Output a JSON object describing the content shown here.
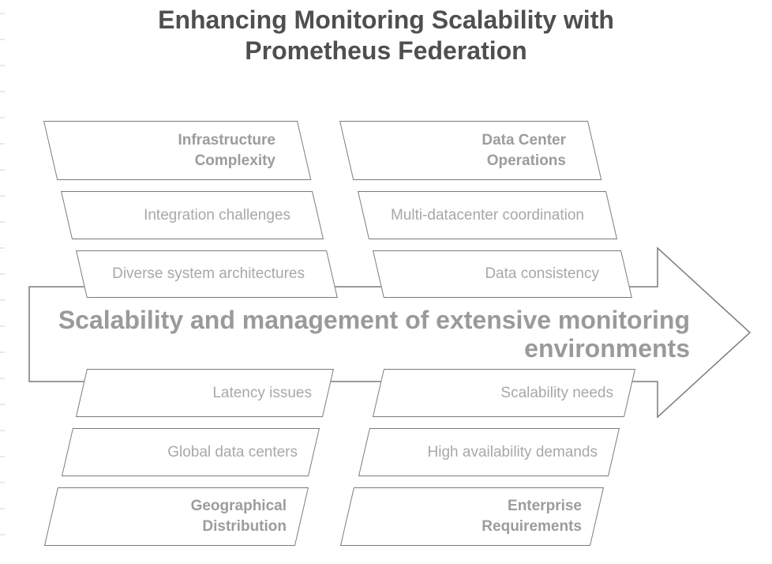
{
  "title": {
    "line1": "Enhancing Monitoring Scalability with",
    "line2": "Prometheus Federation"
  },
  "arrow": {
    "label_line1": "Scalability and management of extensive monitoring",
    "label_line2": "environments"
  },
  "groups": {
    "top_left": {
      "header": {
        "line1": "Infrastructure",
        "line2": "Complexity"
      },
      "items": [
        "Integration challenges",
        "Diverse system architectures"
      ]
    },
    "top_right": {
      "header": {
        "line1": "Data Center",
        "line2": "Operations"
      },
      "items": [
        "Multi-datacenter coordination",
        "Data consistency"
      ]
    },
    "bottom_left": {
      "items": [
        "Latency issues",
        "Global data centers"
      ],
      "header": {
        "line1": "Geographical",
        "line2": "Distribution"
      }
    },
    "bottom_right": {
      "items": [
        "Scalability needs",
        "High availability demands"
      ],
      "header": {
        "line1": "Enterprise",
        "line2": "Requirements"
      }
    }
  },
  "colors": {
    "title_text": "#4f4f4f",
    "arrow_label_text": "#9a9a9a",
    "header_text": "#9c9c9c",
    "item_text": "#a8a8a8",
    "shape_stroke": "#7a7a7a",
    "shape_fill": "#ffffff",
    "edge_tick": "#e9e9e9"
  }
}
